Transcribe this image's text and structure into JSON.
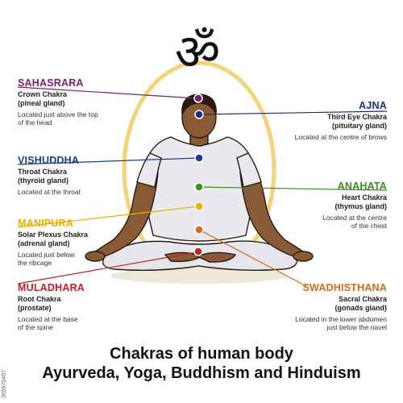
{
  "symbol": {
    "name": "om-icon",
    "glyph": "ॐ"
  },
  "colors": {
    "sahasrara": "#7a1f6b",
    "ajna": "#1f2f7a",
    "vishuddha": "#1f3c8f",
    "anahata": "#3d8c25",
    "manipura": "#e6b100",
    "swadhisthana": "#d2691e",
    "muladhara": "#c0202a",
    "aura": "#f3d27a"
  },
  "chakras": [
    {
      "id": "sahasrara",
      "name": "SAHASRARA",
      "sub": "Crown Chakra\n(pineal gland)",
      "loc": "Located just above the top\nof the head"
    },
    {
      "id": "ajna",
      "name": "AJNA",
      "sub": "Third Eye Chakra\n(pituitary gland)",
      "loc": "Located at the centre of brows"
    },
    {
      "id": "vishuddha",
      "name": "VISHUDDHA",
      "sub": "Throat Chakra\n(thyroid gland)",
      "loc": "Located at the throat"
    },
    {
      "id": "anahata",
      "name": "ANAHATA",
      "sub": "Heart Chakra\n(thymus gland)",
      "loc": "Located at the centre\nof the chest"
    },
    {
      "id": "manipura",
      "name": "MANIPURA",
      "sub": "Solar Plexus Chakra\n(adrenal gland)",
      "loc": "Located just below\nthe ribcage"
    },
    {
      "id": "swadhisthana",
      "name": "SWADHISTHANA",
      "sub": "Sacral Chakra\n(gonads gland)",
      "loc": "Located in the lower abdomen\njust below the navel"
    },
    {
      "id": "muladhara",
      "name": "MULADHARA",
      "sub": "Root Chakra\n(prostate)",
      "loc": "Located at the base\nof  the spine"
    }
  ],
  "title": {
    "line1": "Chakras of human body",
    "line2": "Ayurveda, Yoga, Buddhism and Hinduism"
  },
  "stock_id": "365976407"
}
